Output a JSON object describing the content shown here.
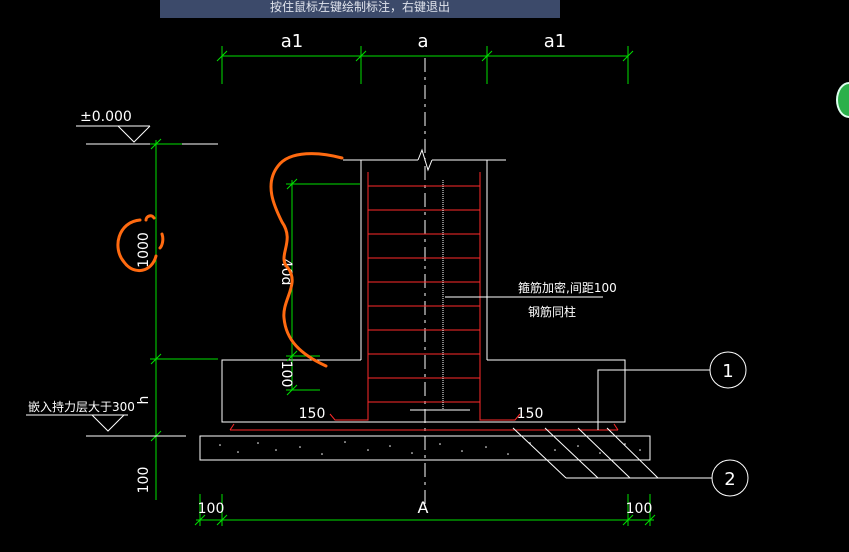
{
  "banner": {
    "text": "按住鼠标左键绘制标注，右键退出"
  },
  "dimensions": {
    "top": [
      "a1",
      "a",
      "a1"
    ],
    "bottom": [
      "100",
      "A",
      "100"
    ],
    "left_1000": "1000",
    "left_h": "h",
    "left_100": "100",
    "inner_40d": "40d",
    "inner_100": "100",
    "foot_left": "150",
    "foot_right": "150"
  },
  "elevation": {
    "text": "±0.000"
  },
  "notes": {
    "embed": "嵌入持力层大于300",
    "stirrup": "箍筋加密,间距100",
    "rebar": "钢筋同柱"
  },
  "callouts": [
    "1",
    "2"
  ],
  "colors": {
    "dimension": "#00e000",
    "outline": "#ffffff",
    "rebar": "#ff2a2a",
    "markup": "#ff6a10",
    "banner_bg": "#3c4a6a"
  }
}
